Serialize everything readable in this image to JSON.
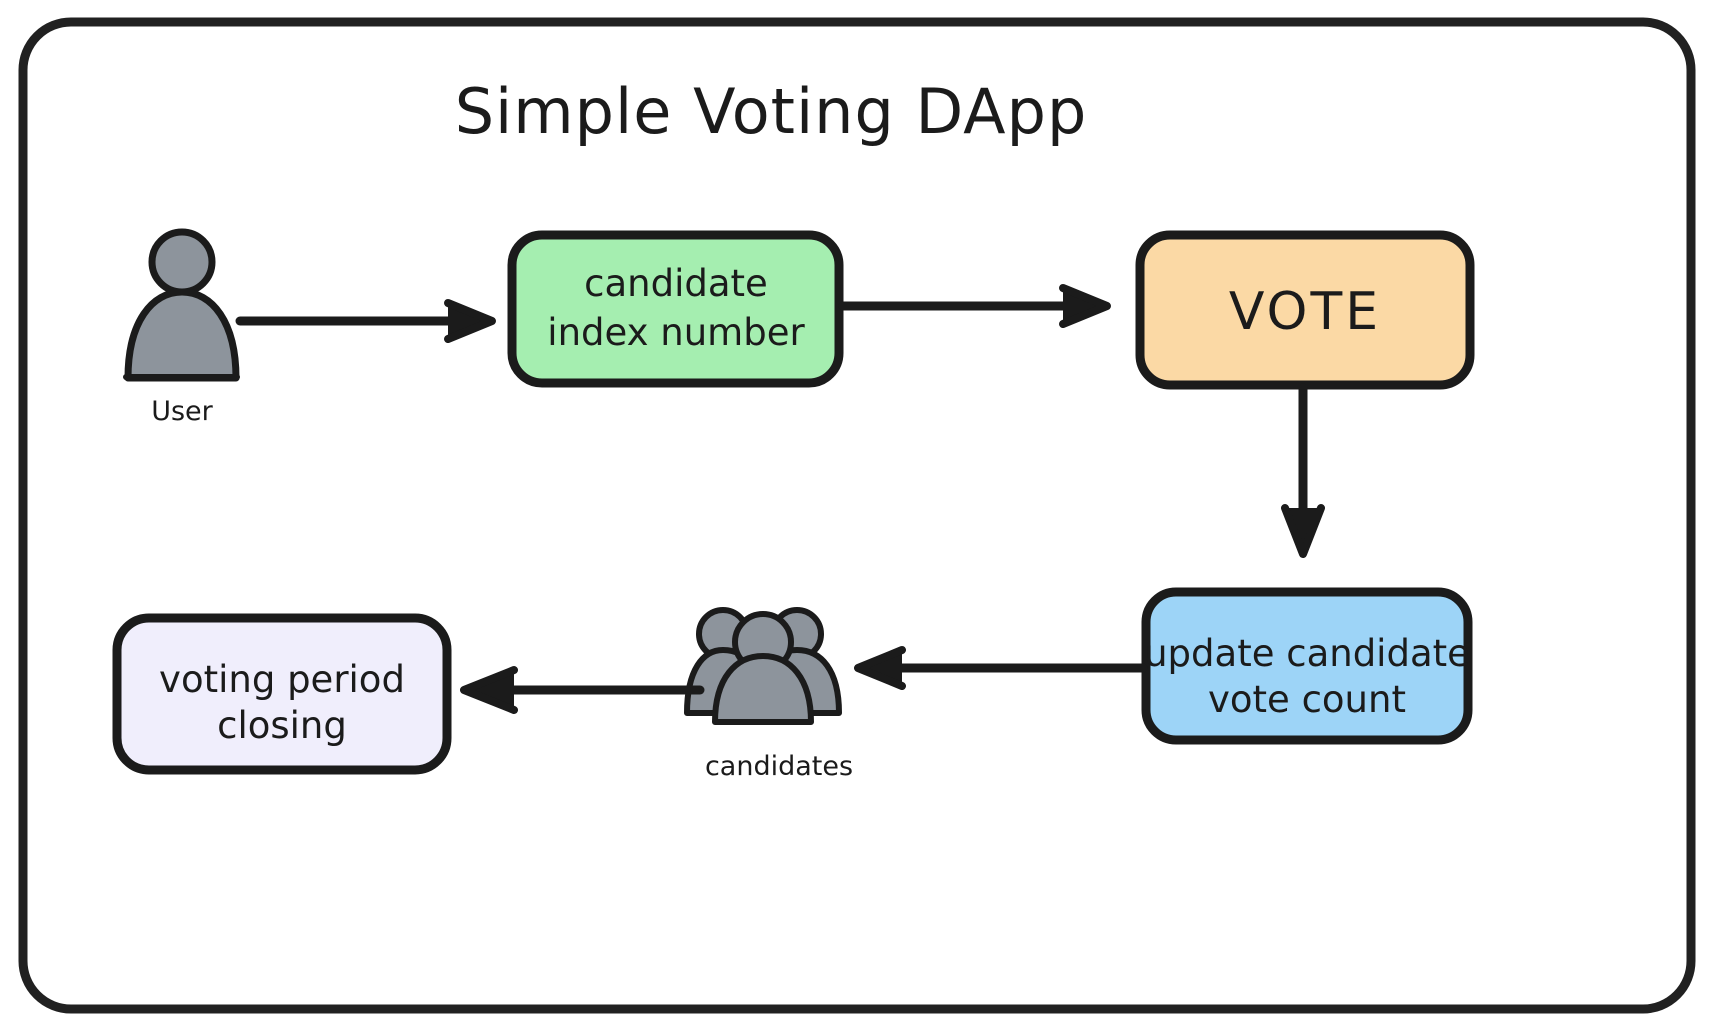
{
  "diagram": {
    "title": "Simple Voting DApp",
    "border_color": "#212121",
    "background_color": "#ffffff",
    "stroke_color": "#1b1b1b",
    "icons": {
      "user": {
        "name": "user-icon",
        "caption": "User",
        "fill": "#8d949c",
        "outline": "#1b1b1b"
      },
      "candidates": {
        "name": "candidates-group-icon",
        "caption": "candidates",
        "fill": "#8d949c",
        "outline": "#1b1b1b",
        "person_count": 3
      }
    },
    "nodes": [
      {
        "id": "candidate-index",
        "name": "candidate-index-node",
        "lines": [
          "candidate",
          "index number"
        ],
        "fill": "#a5eeb0",
        "stroke": "#1b1b1b"
      },
      {
        "id": "vote",
        "name": "vote-node",
        "lines": [
          "VOTE"
        ],
        "fill": "#fbd9a5",
        "stroke": "#1b1b1b"
      },
      {
        "id": "update-count",
        "name": "update-vote-count-node",
        "lines": [
          "update candidate",
          "vote count"
        ],
        "fill": "#9dd4f7",
        "stroke": "#1b1b1b"
      },
      {
        "id": "voting-period-closing",
        "name": "voting-period-closing-node",
        "lines": [
          "voting period",
          "closing"
        ],
        "fill": "#f0eefc",
        "stroke": "#1b1b1b"
      }
    ],
    "edges": [
      {
        "name": "edge-user-to-candidate-index",
        "from": "user-icon",
        "to": "candidate-index-node",
        "direction": "right"
      },
      {
        "name": "edge-candidate-index-to-vote",
        "from": "candidate-index-node",
        "to": "vote-node",
        "direction": "right"
      },
      {
        "name": "edge-vote-to-update-count",
        "from": "vote-node",
        "to": "update-vote-count-node",
        "direction": "down"
      },
      {
        "name": "edge-update-count-to-candidates",
        "from": "update-vote-count-node",
        "to": "candidates-group-icon",
        "direction": "left"
      },
      {
        "name": "edge-candidates-to-closing",
        "from": "candidates-group-icon",
        "to": "voting-period-closing-node",
        "direction": "left"
      }
    ]
  }
}
